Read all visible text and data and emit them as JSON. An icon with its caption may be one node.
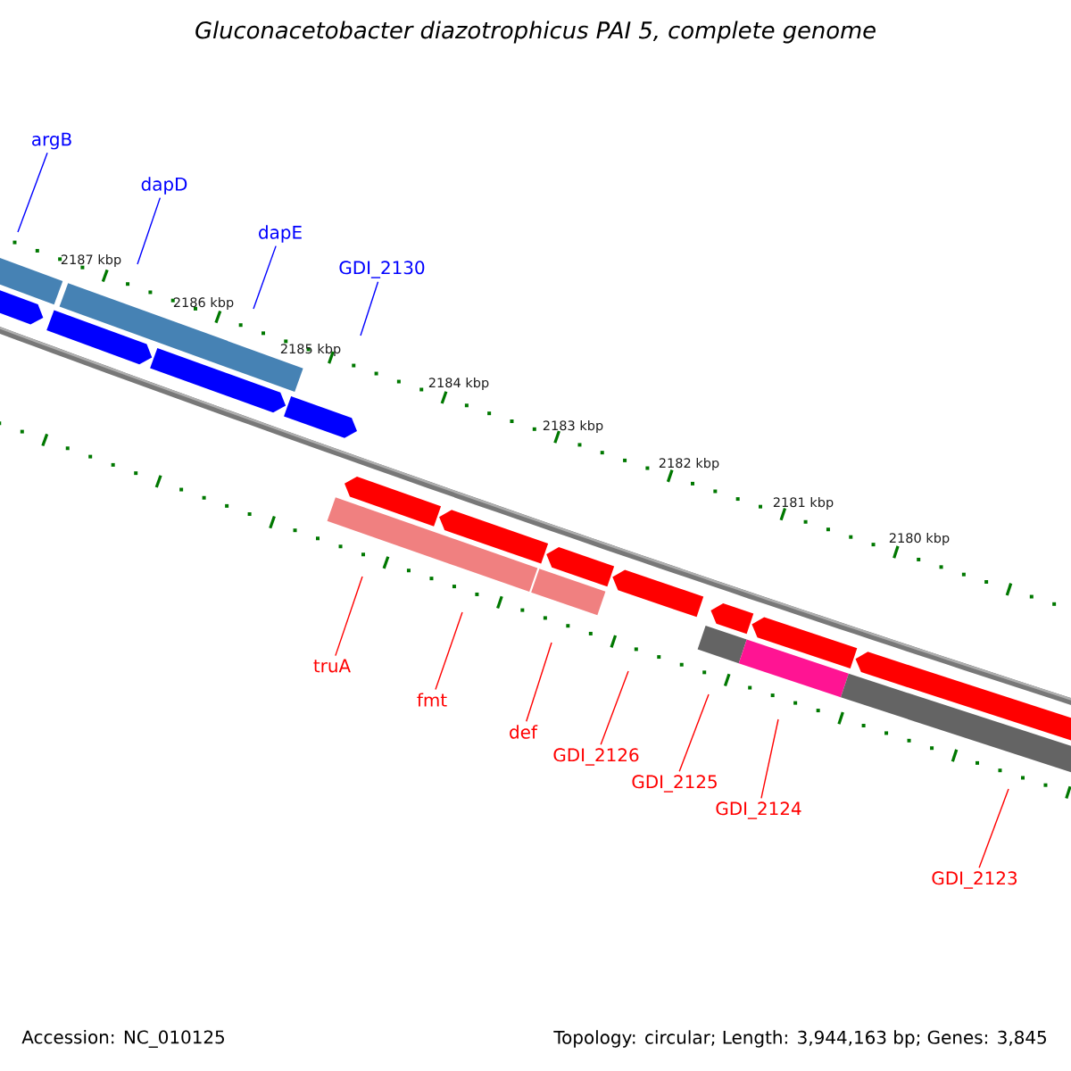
{
  "diagram": {
    "title": "Gluconacetobacter diazotrophicus PAI 5, complete genome",
    "nodes": [
      {
        "text": [
          "argB"
        ]
      },
      {
        "text": [
          "dapD"
        ]
      },
      {
        "text": [
          "dapE"
        ]
      },
      {
        "text": [
          "GDI_2130"
        ]
      },
      {
        "text": [
          "truA"
        ]
      },
      {
        "text": [
          "fmt"
        ]
      },
      {
        "text": [
          "def"
        ]
      },
      {
        "text": [
          "GDI_2126"
        ]
      },
      {
        "text": [
          "GDI_2125"
        ]
      },
      {
        "text": [
          "GDI_2124"
        ]
      },
      {
        "text": [
          "GDI_2123"
        ]
      }
    ],
    "edges": [
      {
        "from": 0,
        "to": null,
        "arrow": "none",
        "color": "#0000ff"
      },
      {
        "from": 1,
        "to": null,
        "arrow": "none",
        "color": "#0000ff"
      },
      {
        "from": 2,
        "to": null,
        "arrow": "none",
        "color": "#0000ff"
      },
      {
        "from": 3,
        "to": null,
        "arrow": "none",
        "color": "#0000ff"
      },
      {
        "from": 4,
        "to": null,
        "arrow": "none"
      },
      {
        "from": 5,
        "to": null,
        "arrow": "none"
      },
      {
        "from": 6,
        "to": null,
        "arrow": "none"
      },
      {
        "from": 7,
        "to": null,
        "arrow": "none"
      },
      {
        "from": 8,
        "to": null,
        "arrow": "none"
      },
      {
        "from": 9,
        "to": null,
        "arrow": "none"
      },
      {
        "from": 10,
        "to": null,
        "arrow": "none"
      }
    ],
    "labels": [
      "2187 kbp",
      "2186 kbp",
      "2185 kbp",
      "2184 kbp",
      "2183 kbp",
      "2182 kbp",
      "2181 kbp",
      "2180 kbp",
      "Accession: NC_010125",
      "Topology: circular; Length: 3,944,163 bp; Genes: 3,845"
    ]
  }
}
